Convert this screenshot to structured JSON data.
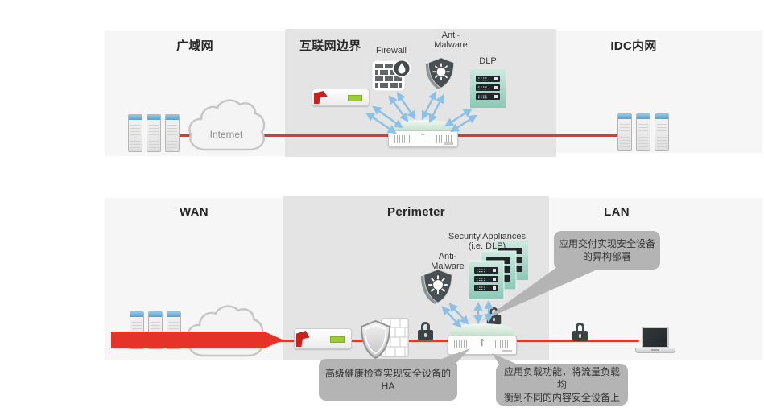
{
  "top_diagram": {
    "sections": {
      "wan": "广域网",
      "edge": "互联网边界",
      "idc": "IDC内网"
    },
    "cloud_label": "Internet",
    "firewall_label": "Firewall",
    "anti_malware_line1": "Anti-",
    "anti_malware_line2": "Malware",
    "dlp_label": "DLP"
  },
  "bottom_diagram": {
    "sections": {
      "wan": "WAN",
      "perimeter": "Perimeter",
      "lan": "LAN"
    },
    "anti_malware_line1": "Anti-",
    "anti_malware_line2": "Malware",
    "security_appliances_line1": "Security Appliances",
    "security_appliances_line2": "(i.e. DLP)",
    "callouts": {
      "delivery": {
        "line1": "应用交付实现安全设备",
        "line2": "的异构部署"
      },
      "ha": {
        "line1": "高级健康检查实现安全设备的",
        "line2": "HA"
      },
      "load_balance": {
        "line1": "应用负载功能，将流量负载均",
        "line2": "衡到不同的内容安全设备上"
      }
    }
  },
  "icons": {
    "internet_cloud": "svg-cloud",
    "server_rack": "css-tower",
    "firewall": "svg-brick-wall-with-flame",
    "anti_malware": "svg-shield-with-virus-burst",
    "dlp_appliance": "svg-teal-server-card",
    "load_balancer": "svg-white-appliance-up-arrow",
    "adc_appliance": "css-red-white-appliance",
    "padlock": "css-padlock",
    "ha_shield_wall": "svg-shield-and-brick-wall",
    "laptop": "css-laptop",
    "traffic_band": "css-red-arrow-band"
  },
  "colors": {
    "traffic_red": "#dd3a2e",
    "band_red": "#e5332a",
    "arrow_blue": "#8cc0e4",
    "section_gray": "#e4e4e4",
    "section_light": "#f6f6f6",
    "callout_gray": "#b4b4b4",
    "device_dark": "#3c4144",
    "dlp_teal": "#9fd0c0"
  }
}
